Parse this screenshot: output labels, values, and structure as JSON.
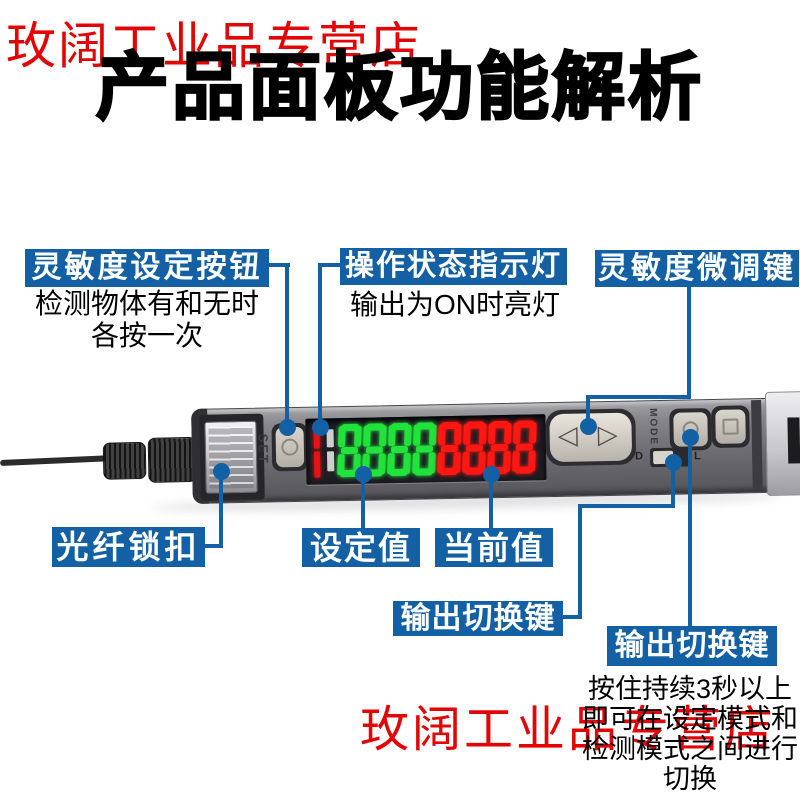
{
  "colors": {
    "blue": "#1460a5",
    "watermark-red": "#e30505",
    "seg-green": "#22e23c",
    "seg-red": "#ff1712"
  },
  "watermarks": {
    "top": "玫阔工业品专营店",
    "bottom": "玫阔工业品专营店"
  },
  "title": "产品面板功能解析",
  "callouts": {
    "sensitivity_set": {
      "label": "灵敏度设定按钮",
      "desc_line1": "检测物体有和无时",
      "desc_line2": "各按一次"
    },
    "status_indicator": {
      "label": "操作状态指示灯",
      "desc": "输出为ON时亮灯"
    },
    "sensitivity_trim": {
      "label": "灵敏度微调键"
    },
    "fiber_lock": {
      "label": "光纤锁扣"
    },
    "set_value": {
      "label": "设定值"
    },
    "current_value": {
      "label": "当前值"
    },
    "output_switch": {
      "label": "输出切换键"
    },
    "output_switch_hold": {
      "label": "输出切换键",
      "desc_lines": [
        "按住持续3秒以上",
        "即可在设定模式和",
        "检测模式之间进行",
        "切换"
      ]
    }
  },
  "device": {
    "set_button_label": "SET",
    "mode_label": "MODE",
    "switch_left_label": "D",
    "switch_right_label": "L",
    "icons": {
      "arrow_left": "◁",
      "arrow_right": "▷"
    },
    "display": {
      "set_value_digits": "8888",
      "current_value_digits": "8888"
    }
  }
}
